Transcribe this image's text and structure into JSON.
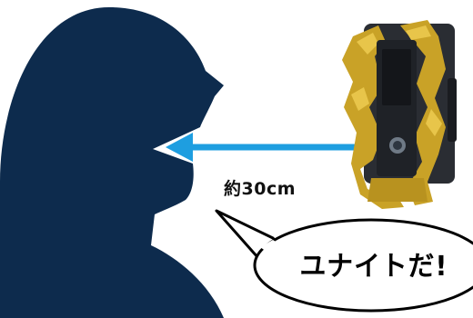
{
  "distance_label": "約30cm",
  "speech_text": "ユナイトだ!",
  "colors": {
    "silhouette": "#0d2b4d",
    "arrow": "#1e9ee0",
    "device_gold": "#c9a227",
    "device_dark": "#1f2227"
  },
  "icons": {
    "person": "person-silhouette",
    "arrow": "double-arrow",
    "device": "transformation-device",
    "bubble": "speech-bubble"
  }
}
